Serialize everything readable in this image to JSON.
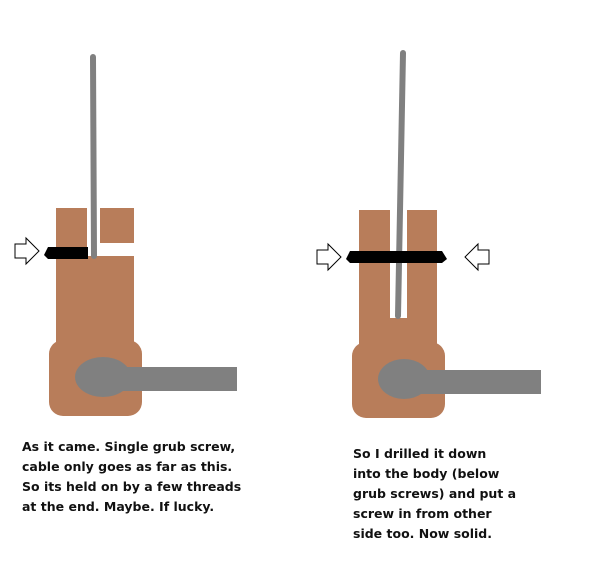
{
  "colors": {
    "body": "#b87d5a",
    "cable": "#808080",
    "ring": "#000000",
    "arrow_fill": "#ffffff",
    "arrow_stroke": "#000000",
    "text": "#111111"
  },
  "panels": [
    {
      "name": "before",
      "caption": "As it came. Single grub screw,\ncable only goes as far as this.\nSo its held on by a few threads\nat the end. Maybe. If lucky.",
      "arrows": [
        "left"
      ]
    },
    {
      "name": "after",
      "caption": "So I drilled it down\ninto the body (below\ngrub screws) and put a\nscrew in from other\nside too. Now solid.",
      "arrows": [
        "left",
        "right"
      ]
    }
  ]
}
